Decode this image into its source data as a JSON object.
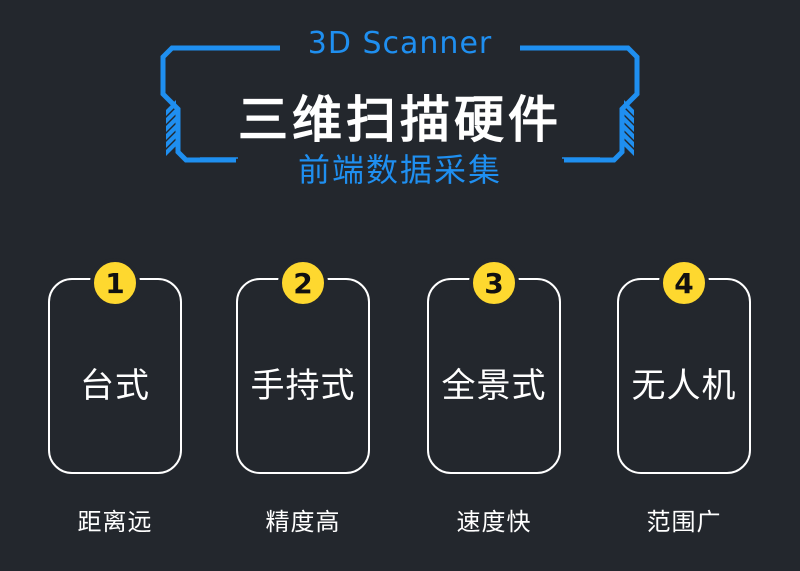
{
  "header": {
    "subtitle_en": "3D Scanner",
    "title": "三维扫描硬件",
    "subtitle_cn": "前端数据采集"
  },
  "colors": {
    "background": "#23272d",
    "accent_blue": "#1f8ff0",
    "badge_yellow": "#fed82f",
    "text_white": "#ffffff"
  },
  "cards": [
    {
      "number": "1",
      "label": "台式",
      "feature": "距离远"
    },
    {
      "number": "2",
      "label": "手持式",
      "feature": "精度高"
    },
    {
      "number": "3",
      "label": "全景式",
      "feature": "速度快"
    },
    {
      "number": "4",
      "label": "无人机",
      "feature": "范围广"
    }
  ]
}
